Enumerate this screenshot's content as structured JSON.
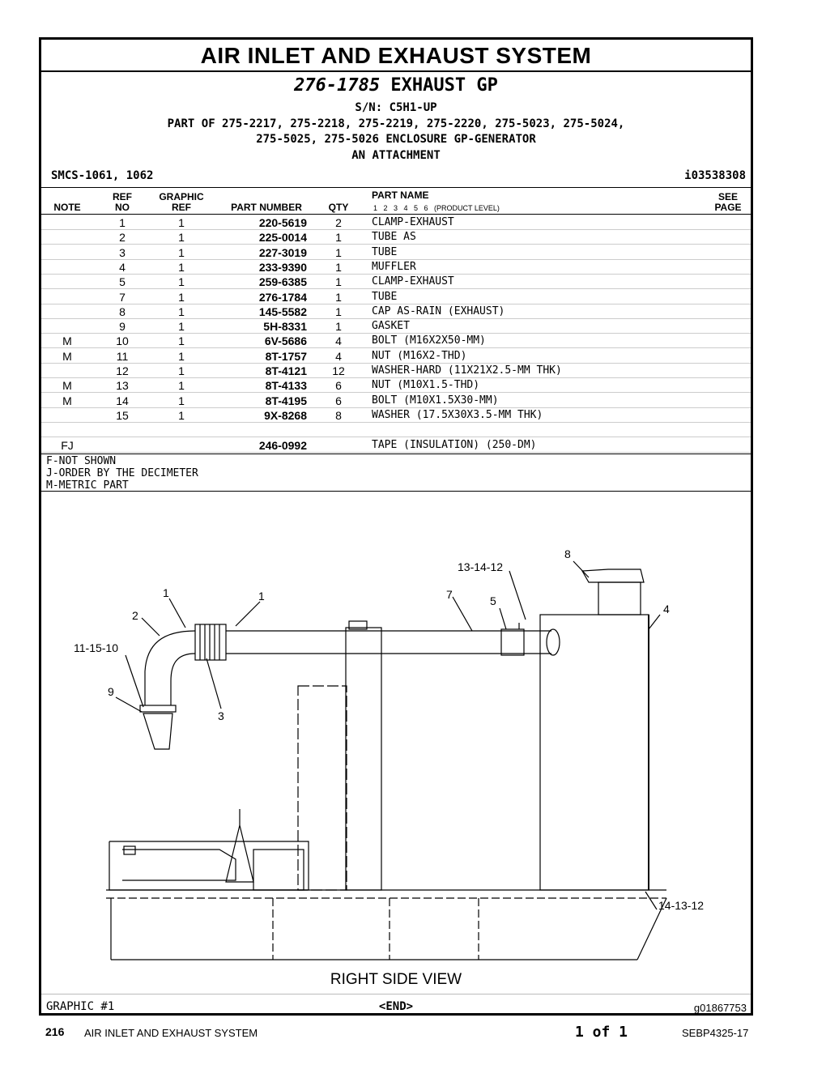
{
  "header": {
    "section_title": "AIR INLET AND EXHAUST SYSTEM",
    "group_number": "276-1785",
    "group_name": "EXHAUST GP",
    "serial": "S/N: C5H1-UP",
    "part_of_line1": "PART OF 275-2217, 275-2218, 275-2219, 275-2220, 275-5023, 275-5024,",
    "part_of_line2": "275-5025, 275-5026 ENCLOSURE GP-GENERATOR",
    "attachment": "AN ATTACHMENT",
    "smcs": "SMCS-1061, 1062",
    "illustration_id": "i03538308"
  },
  "columns": {
    "note": "NOTE",
    "ref_top": "REF",
    "ref_bottom": "NO",
    "graphic_top": "GRAPHIC",
    "graphic_bottom": "REF",
    "part_number": "PART NUMBER",
    "qty": "QTY",
    "part_name": "PART NAME",
    "product_level": "1   2   3   4   5   6   (PRODUCT LEVEL)",
    "see_top": "SEE",
    "see_bottom": "PAGE"
  },
  "parts": [
    {
      "note": "",
      "ref": "1",
      "graphic": "1",
      "pn": "220-5619",
      "qty": "2",
      "name": "CLAMP-EXHAUST"
    },
    {
      "note": "",
      "ref": "2",
      "graphic": "1",
      "pn": "225-0014",
      "qty": "1",
      "name": "TUBE AS"
    },
    {
      "note": "",
      "ref": "3",
      "graphic": "1",
      "pn": "227-3019",
      "qty": "1",
      "name": "TUBE"
    },
    {
      "note": "",
      "ref": "4",
      "graphic": "1",
      "pn": "233-9390",
      "qty": "1",
      "name": "MUFFLER"
    },
    {
      "note": "",
      "ref": "5",
      "graphic": "1",
      "pn": "259-6385",
      "qty": "1",
      "name": "CLAMP-EXHAUST"
    },
    {
      "note": "",
      "ref": "7",
      "graphic": "1",
      "pn": "276-1784",
      "qty": "1",
      "name": "TUBE"
    },
    {
      "note": "",
      "ref": "8",
      "graphic": "1",
      "pn": "145-5582",
      "qty": "1",
      "name": "CAP AS-RAIN (EXHAUST)"
    },
    {
      "note": "",
      "ref": "9",
      "graphic": "1",
      "pn": "5H-8331",
      "qty": "1",
      "name": "GASKET"
    },
    {
      "note": "M",
      "ref": "10",
      "graphic": "1",
      "pn": "6V-5686",
      "qty": "4",
      "name": "BOLT (M16X2X50-MM)"
    },
    {
      "note": "M",
      "ref": "11",
      "graphic": "1",
      "pn": "8T-1757",
      "qty": "4",
      "name": "NUT (M16X2-THD)"
    },
    {
      "note": "",
      "ref": "12",
      "graphic": "1",
      "pn": "8T-4121",
      "qty": "12",
      "name": "WASHER-HARD (11X21X2.5-MM THK)"
    },
    {
      "note": "M",
      "ref": "13",
      "graphic": "1",
      "pn": "8T-4133",
      "qty": "6",
      "name": "NUT (M10X1.5-THD)"
    },
    {
      "note": "M",
      "ref": "14",
      "graphic": "1",
      "pn": "8T-4195",
      "qty": "6",
      "name": "BOLT (M10X1.5X30-MM)"
    },
    {
      "note": "",
      "ref": "15",
      "graphic": "1",
      "pn": "9X-8268",
      "qty": "8",
      "name": "WASHER (17.5X30X3.5-MM THK)"
    },
    {
      "note": "",
      "ref": "",
      "graphic": "",
      "pn": "",
      "qty": "",
      "name": ""
    },
    {
      "note": "FJ",
      "ref": "",
      "graphic": "",
      "pn": "246-0992",
      "qty": "",
      "name": "TAPE (INSULATION) (250-DM)"
    }
  ],
  "notes": {
    "f": "F-NOT SHOWN",
    "j": "J-ORDER BY THE DECIMETER",
    "m": "M-METRIC PART"
  },
  "drawing": {
    "callouts": {
      "c8": "8",
      "c13_14_12": "13-14-12",
      "c7": "7",
      "c5": "5",
      "c4": "4",
      "c1a": "1",
      "c1b": "1",
      "c2": "2",
      "c11_15_10": "11-15-10",
      "c9": "9",
      "c3": "3",
      "c14_13_12": "14-13-12"
    },
    "view_label": "RIGHT SIDE VIEW",
    "graphic_number": "GRAPHIC #1",
    "end_marker": "<END>",
    "graphic_id": "g01867753"
  },
  "footer": {
    "page_number": "216",
    "section": "AIR INLET AND EXHAUST SYSTEM",
    "page_of": "1 of 1",
    "doc_id": "SEBP4325-17"
  }
}
